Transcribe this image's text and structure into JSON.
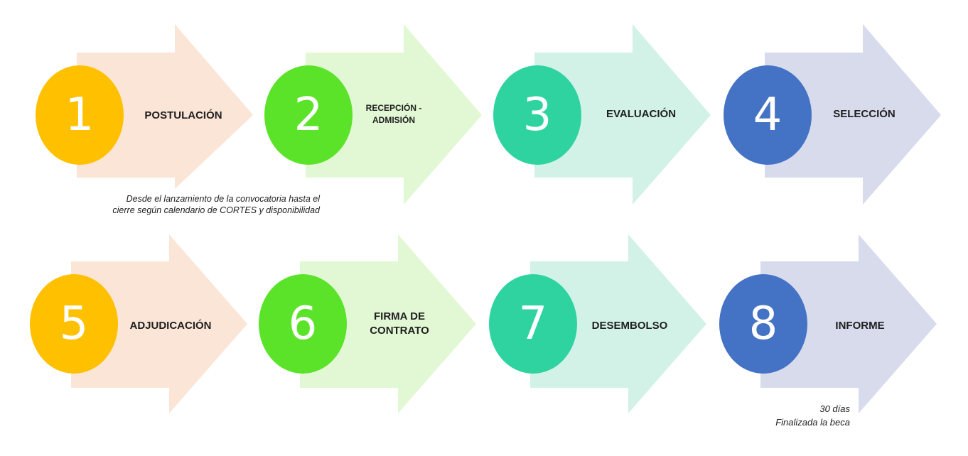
{
  "steps": [
    {
      "number": "1",
      "label_lines": [
        "POSTULACIÓN"
      ],
      "circle_color": "#FFC000",
      "arrow_color": "#FBE5D6"
    },
    {
      "number": "2",
      "label_lines": [
        "RECEPCIÓN -",
        "ADMISIÓN"
      ],
      "circle_color": "#5BE32A",
      "arrow_color": "#E2F8D4"
    },
    {
      "number": "3",
      "label_lines": [
        "EVALUACIÓN"
      ],
      "circle_color": "#2ED3A0",
      "arrow_color": "#D2F2E8"
    },
    {
      "number": "4",
      "label_lines": [
        "SELECCIÓN"
      ],
      "circle_color": "#4472C4",
      "arrow_color": "#D7DBEC"
    },
    {
      "number": "5",
      "label_lines": [
        "ADJUDICACIÓN"
      ],
      "circle_color": "#FFC000",
      "arrow_color": "#FBE5D6"
    },
    {
      "number": "6",
      "label_lines": [
        "FIRMA DE",
        "CONTRATO"
      ],
      "circle_color": "#5BE32A",
      "arrow_color": "#E2F8D4"
    },
    {
      "number": "7",
      "label_lines": [
        "DESEMBOLSO"
      ],
      "circle_color": "#2ED3A0",
      "arrow_color": "#D2F2E8"
    },
    {
      "number": "8",
      "label_lines": [
        "INFORME"
      ],
      "circle_color": "#4472C4",
      "arrow_color": "#D7DBEC"
    }
  ],
  "notes": {
    "postulacion": [
      "Desde el lanzamiento de la convocatoria hasta el",
      "cierre según calendario de CORTES y disponibilidad"
    ],
    "informe": [
      "30 días",
      "Finalizada la beca"
    ]
  }
}
